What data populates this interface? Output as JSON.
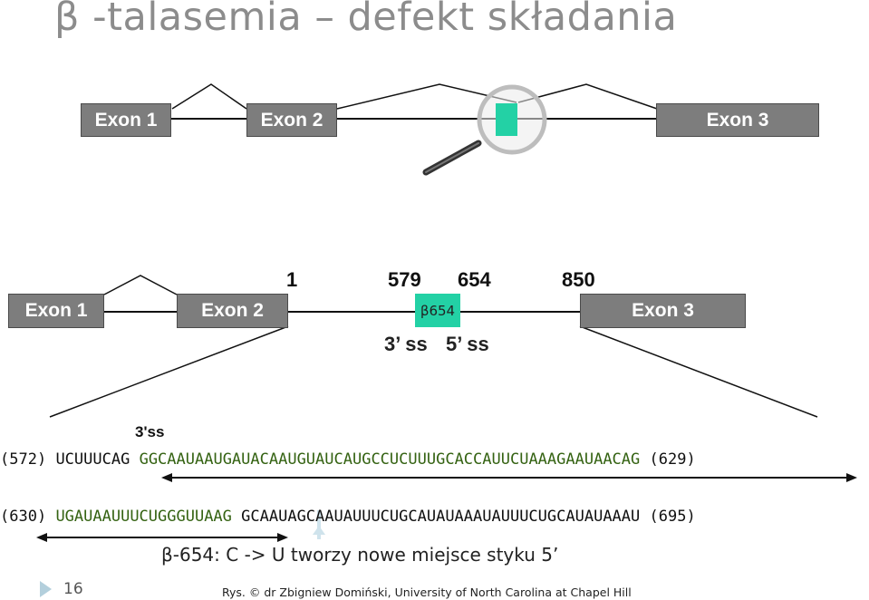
{
  "title": "β -talasemia  – defekt składania",
  "top_diagram": {
    "exon1": "Exon 1",
    "exon2": "Exon 2",
    "exon3": "Exon 3"
  },
  "detail_diagram": {
    "exon1": "Exon 1",
    "exon2": "Exon 2",
    "exon3": "Exon 3",
    "positions": [
      "1",
      "579",
      "654",
      "850"
    ],
    "highlight_label": "β654",
    "splice_labels": [
      "3’ ss",
      "5’ ss"
    ]
  },
  "sequence": {
    "label_3ss": "3'ss",
    "line1": {
      "start": "(572)",
      "prefix": "UCUUUCAG",
      "main": "GGCAAUAAUGAUACAAUGUAUCAUGCCUCUUUGCACCAUUCUAAAGAAUAACAG",
      "end": "(629)"
    },
    "line2": {
      "start": "(630)",
      "prefix": "UGAUAAUUUCUGGGUUAAG",
      "main": "GCAAUAGCAAUAUUUCUGCAUAUAAAUAUUUCUGCAUAUAAAU",
      "end": "(695)"
    }
  },
  "mutation_note": "β-654: C -> U tworzy nowe miejsce styku 5’",
  "slide_number": "16",
  "caption": "Rys. © dr Zbigniew Domiński, University of North Carolina at Chapel Hill",
  "colors": {
    "exon": "#7d7d7d",
    "highlight": "#23d1a5",
    "sequence_green": "#356313",
    "title": "#8c8c8c"
  }
}
